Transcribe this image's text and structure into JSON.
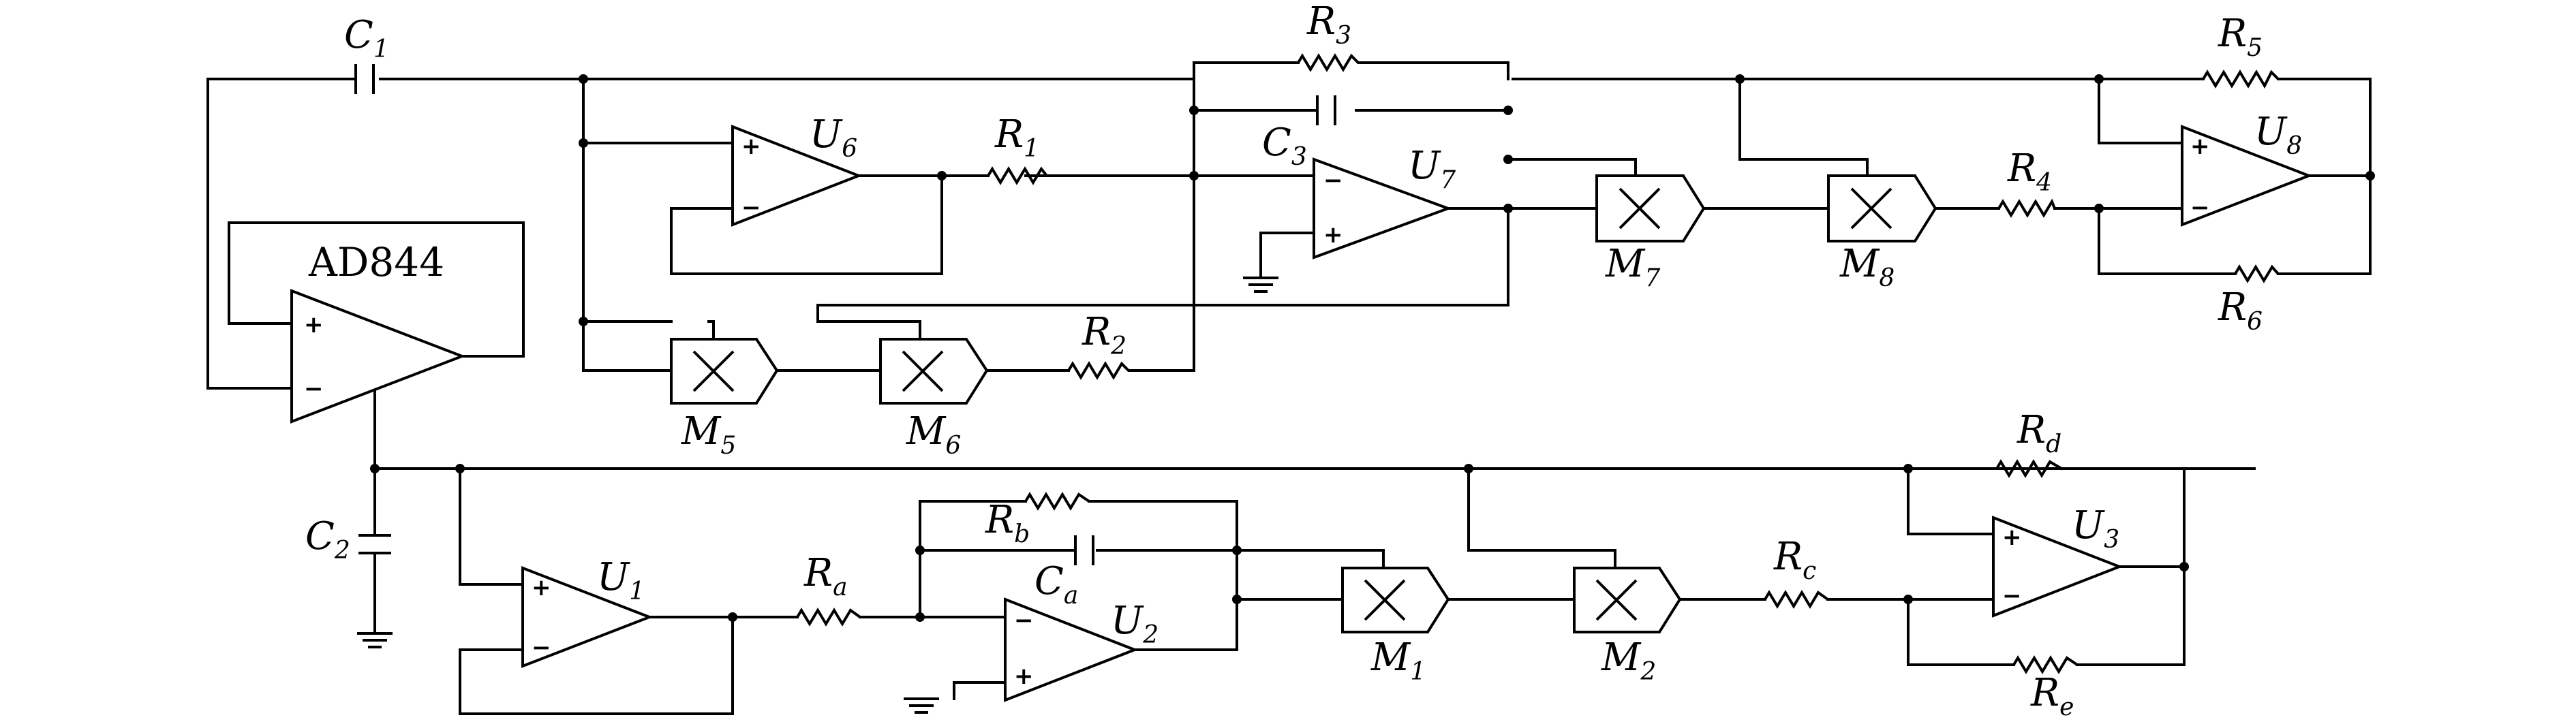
{
  "components": {
    "capacitors": {
      "C1": "C",
      "C1_sub": "1",
      "C2": "C",
      "C2_sub": "2",
      "C3": "C",
      "C3_sub": "3",
      "Ca": "C",
      "Ca_sub": "a"
    },
    "resistors": {
      "R1": "R",
      "R1_sub": "1",
      "R2": "R",
      "R2_sub": "2",
      "R3": "R",
      "R3_sub": "3",
      "R4": "R",
      "R4_sub": "4",
      "R5": "R",
      "R5_sub": "5",
      "R6": "R",
      "R6_sub": "6",
      "Ra": "R",
      "Ra_sub": "a",
      "Rb": "R",
      "Rb_sub": "b",
      "Rc": "R",
      "Rc_sub": "c",
      "Rd": "R",
      "Rd_sub": "d",
      "Re": "R",
      "Re_sub": "e"
    },
    "opamps": {
      "U": "U",
      "U1_sub": "1",
      "U2_sub": "2",
      "U3_sub": "3",
      "U6_sub": "6",
      "U7_sub": "7",
      "U8_sub": "8",
      "ad844": "AD844"
    },
    "multipliers": {
      "M": "M",
      "M1_sub": "1",
      "M2_sub": "2",
      "M5_sub": "5",
      "M6_sub": "6",
      "M7_sub": "7",
      "M8_sub": "8"
    },
    "pins": {
      "plus": "+",
      "minus": "−"
    }
  }
}
